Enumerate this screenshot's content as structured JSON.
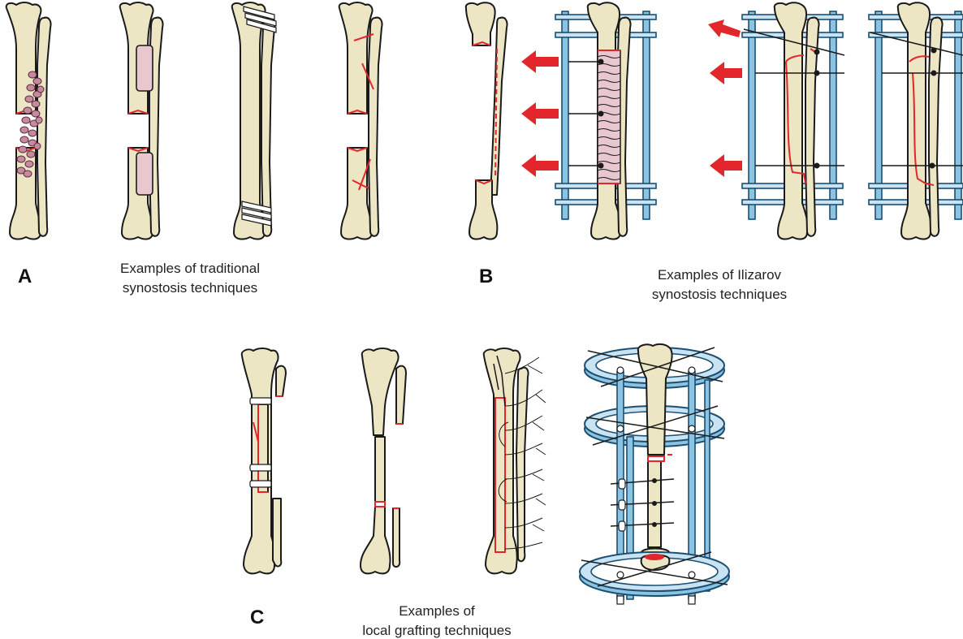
{
  "panels": {
    "a": {
      "letter": "A",
      "caption_line1": "Examples of traditional",
      "caption_line2": "synostosis techniques"
    },
    "b": {
      "letter": "B",
      "caption_line1": "Examples of Ilizarov",
      "caption_line2": "synostosis techniques"
    },
    "c": {
      "letter": "C",
      "caption_line1": "Examples of",
      "caption_line2": "local grafting techniques"
    }
  },
  "colors": {
    "bone": "#ece6c4",
    "outline": "#1a1a1a",
    "accent_red": "#e3262b",
    "frame_blue": "#8cc3e0",
    "plate_pink": "#e8c7cf",
    "graft_purple": "#c58aa0"
  }
}
